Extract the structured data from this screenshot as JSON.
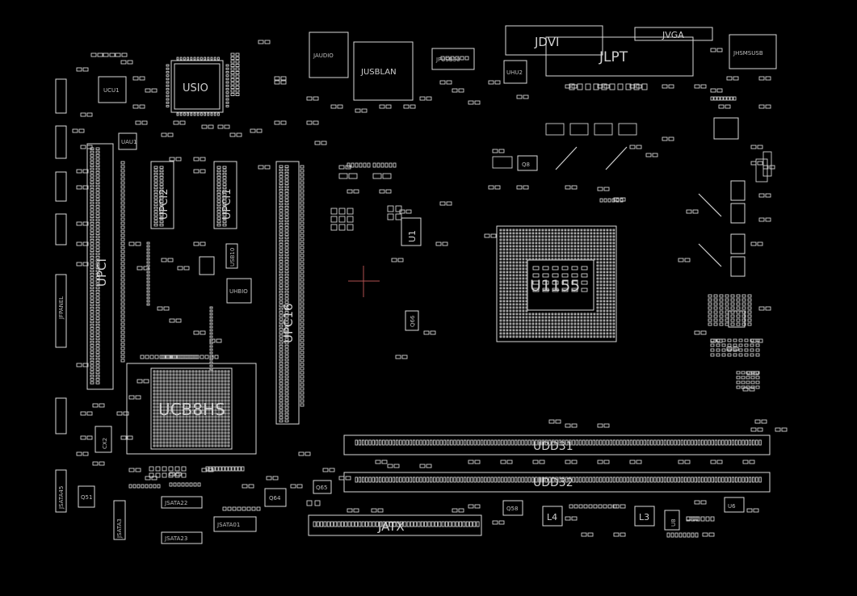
{
  "components": {
    "usio": "USIO",
    "ucu1": "UCU1",
    "uau1": "UAU1",
    "jaudio": "JAUDIO",
    "jusblan": "JUSBLAN",
    "jpusb3": "JPUSB30",
    "uhu2": "UHU2",
    "jdvi": "JDVI",
    "jvga": "JVGA",
    "jlpt": "JLPT",
    "jhsmsusb": "JHSMSUSB",
    "upci2": "UPCI2",
    "upci1": "UPCI1",
    "upci": "UPCI",
    "upc16": "UPC16",
    "u1": "U1",
    "u1155": "U1155",
    "ucb8hs": "UCB8HS",
    "udd31": "UDD31",
    "udd32": "UDD32",
    "jatx": "JATX",
    "jfpanel": "JFPANEL",
    "q8": "Q8",
    "q64": "Q64",
    "q65": "Q65",
    "q58": "Q58",
    "q51": "Q51",
    "cx2": "CX2",
    "l4": "L4",
    "l3": "L3",
    "u6": "U6",
    "u8": "U8",
    "q66": "Q66",
    "jsata22": "JSATA22",
    "jsata23": "JSATA23",
    "jsata01": "JSATA01",
    "jsata45": "JSATA45",
    "jsata3": "JSATA3",
    "uhbio": "UHBIO",
    "usb10": "USB10"
  }
}
